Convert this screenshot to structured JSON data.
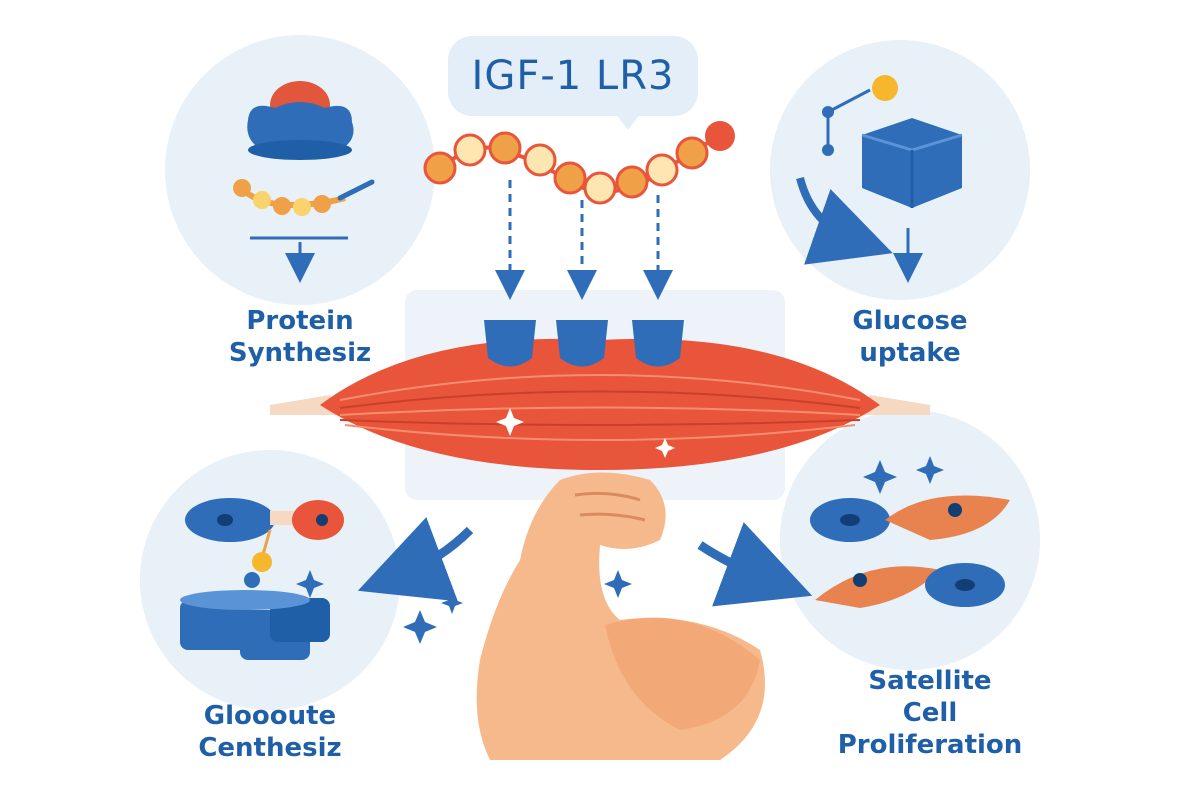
{
  "title": "IGF-1 LR3",
  "panels": {
    "top_left": {
      "line1": "Protein",
      "line2": "Synthesiz"
    },
    "top_right": {
      "line1": "Glucose",
      "line2": "uptake"
    },
    "bottom_left": {
      "line1": "Gloooute",
      "line2": "Centhesiz"
    },
    "bottom_right": {
      "line1": "Satellite",
      "line2": "Cell",
      "line3": "Proliferation"
    }
  },
  "colors": {
    "primary_blue": "#2f6db8",
    "dark_blue": "#1f5fa8",
    "circle_bg": "#e8f0f8",
    "muscle_red": "#e8553a",
    "skin": "#f6b98c",
    "chain_orange": "#f0a046",
    "chain_cream": "#fde6b0"
  },
  "icons": {
    "peptide": "peptide-chain-icon",
    "receptor": "receptor-icon",
    "muscle": "muscle-fiber-icon",
    "arm": "flexed-arm-icon",
    "sparkle": "sparkle-icon"
  }
}
